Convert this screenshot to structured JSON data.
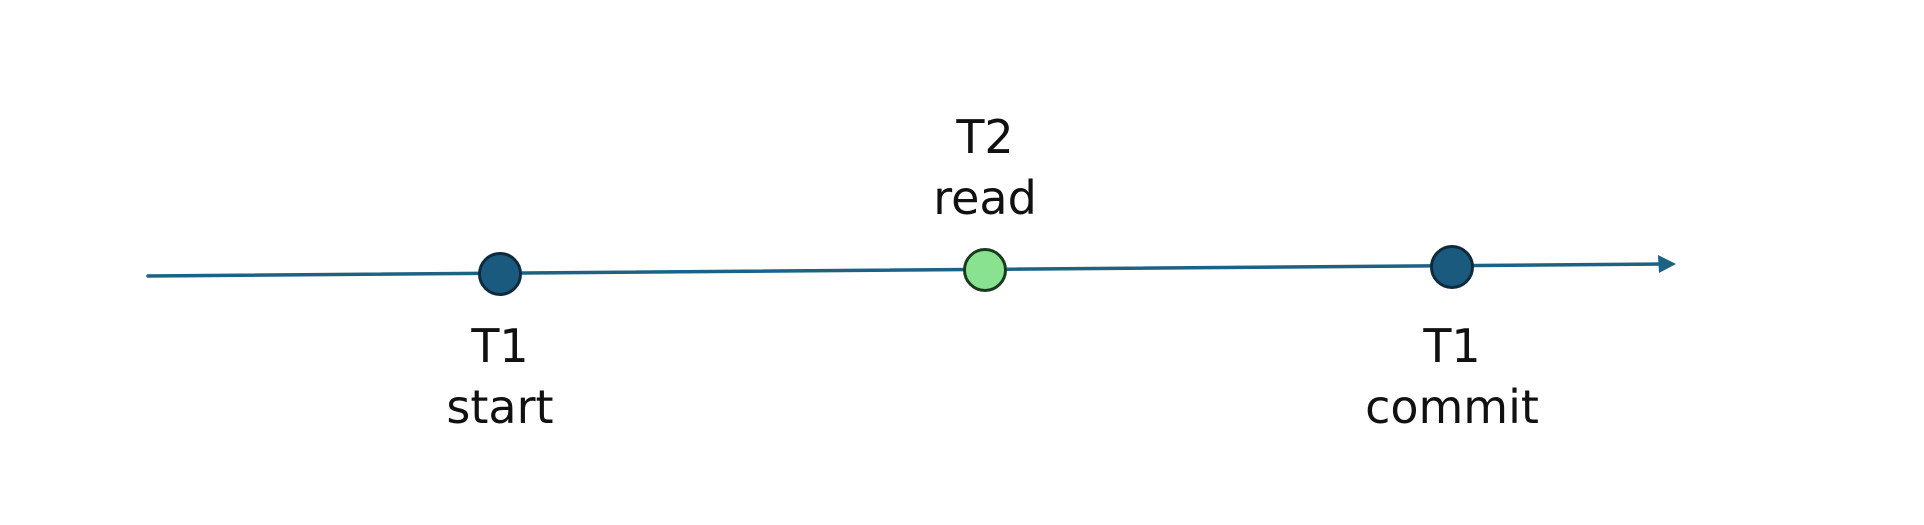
{
  "timeline": {
    "events": [
      {
        "id": "t1-start",
        "transaction": "T1",
        "action": "start",
        "color": "#1a5a7e"
      },
      {
        "id": "t2-read",
        "transaction": "T2",
        "action": "read",
        "color": "#88e28f"
      },
      {
        "id": "t1-commit",
        "transaction": "T1",
        "action": "commit",
        "color": "#1a5a7e"
      }
    ],
    "line_color": "#1b6285"
  }
}
